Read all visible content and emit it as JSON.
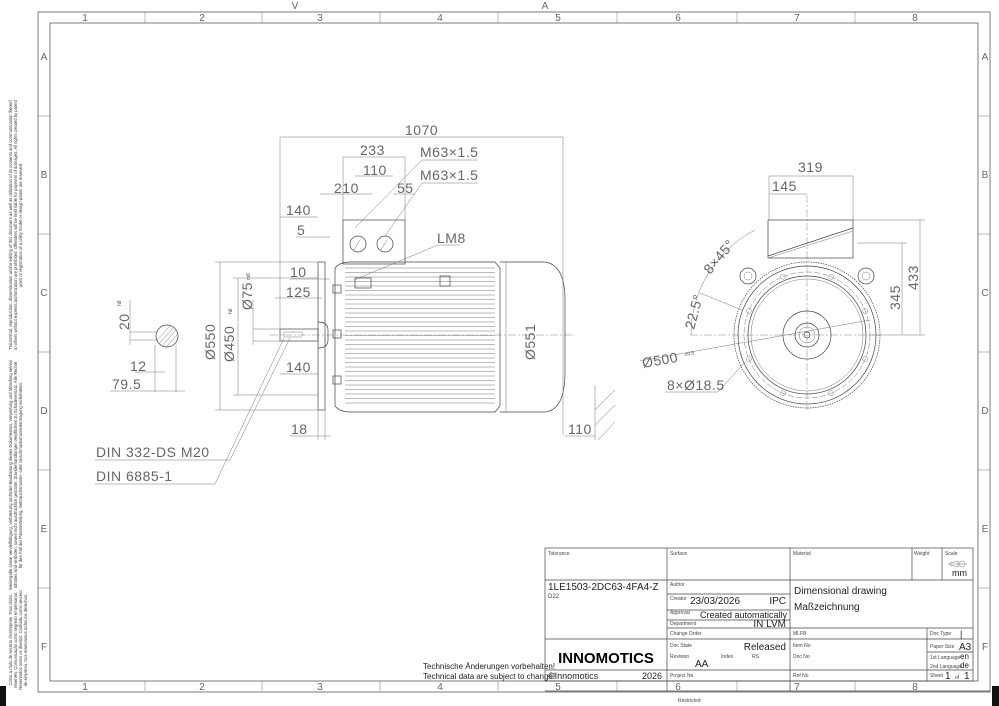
{
  "frame": {
    "columns": [
      "1",
      "2",
      "3",
      "4",
      "5",
      "6",
      "7",
      "8"
    ],
    "rows": [
      "A",
      "B",
      "C",
      "D",
      "E",
      "F"
    ],
    "top_marks": [
      "V",
      "A"
    ],
    "restricted": "Restricted"
  },
  "margin_notes": {
    "english": "Transmittal, reproduction, dissemination and/or editing of this document as well as utilization of its contents and communication thereof to others without express authorization are prohibited. Offenders will be held liable for payment of damages. All rights created by patent grant or registration of a utility model or design patent are reserved.",
    "german": "Weitergabe sowie Vervielfältigung, Verbreitung und/oder Bearbeitung dieses Dokumentes, Verwertung und Mitteilung seines Inhaltes sind verboten, soweit nicht ausdrücklich gestattet. Zuwiderhandlungen verpflichten zu Schadenersatz. Alle Rechte für den Fall der Patenterteilung, Gebrauchsmuster- oder Geschmacksmustereintragung vorbehalten.",
    "other": "Cómo a título de secreto d'entreprise. Tous droits réservés. Comunicação como segredo empresarial. Reservados todos os direitos. Confiado como secreto de empresa. Nos reservamos todos los derechos."
  },
  "side_view": {
    "overall_length": "1070",
    "tb_width": "233",
    "tb_gland_spacing": "110",
    "tb_offset": "210",
    "gland_offset": "55",
    "gland_1": "M63×1.5",
    "gland_2": "M63×1.5",
    "shaft_length": "140",
    "flange_gap": "5",
    "lifting": "LM8",
    "spigot": "10",
    "key_length": "125",
    "shaft_length_2": "140",
    "flange_thickness": "18",
    "flange_dia": "Ø550",
    "spigot_dia": "Ø450",
    "spigot_tol": "h6",
    "shaft_dia": "Ø75",
    "shaft_tol": "m6",
    "body_dia": "Ø551",
    "fan_clearance": "110",
    "center_hole": "DIN 332-DS M20",
    "key": "DIN 6885-1"
  },
  "shaft_section": {
    "key_width": "20",
    "key_tol": "h9",
    "key_depth": "12",
    "height": "79.5"
  },
  "end_view": {
    "tb_width": "319",
    "tb_offset": "145",
    "holes_angle": "8×45°",
    "offset_angle": "22.5°",
    "tb_height": "345",
    "overall_height": "433",
    "pcd": "Ø500",
    "pcd_tol": "±0.5",
    "holes": "8×Ø18.5"
  },
  "notes": {
    "de": "Technische Änderungen vorbehalten!",
    "en": "Technical data are subject to change!"
  },
  "title_block": {
    "labels": {
      "tolerance": "Tolerance",
      "surface": "Surface",
      "material": "Material",
      "weight": "Weight",
      "scale": "Scale",
      "author": "Author",
      "creator": "Creator",
      "approval": "Approval",
      "department": "Department",
      "change_order": "Change Order",
      "mlfb": "MLFB",
      "doc_type": "Doc Type",
      "doc_state": "Doc State",
      "item_no": "Item No",
      "paper_size": "Paper Size",
      "revision": "Revision",
      "index": "Index",
      "rs": "RS",
      "doc_no": "Doc No",
      "lang1": "1st Language",
      "lang2": "2nd Language",
      "project_no": "Project No",
      "ref_no": "Ref No",
      "sheet": "Sheet",
      "of": "of"
    },
    "part_number": "1LE1503-2DC63-4FA4-Z",
    "variant": "D22",
    "date": "23/03/2026",
    "creator": "IPC",
    "approval": "Created automatically",
    "department": "IN LVM",
    "title_en": "Dimensional drawing",
    "title_de": "Maßzeichnung",
    "scale_unit": "mm",
    "doc_type": "|",
    "doc_state": "Released",
    "revision": "AA",
    "paper_size": "A3",
    "lang1": "en",
    "lang2": "de",
    "sheet": "1",
    "sheets": "1",
    "brand": "INNOMOTICS",
    "copyright": "©Innomotics",
    "year": "2026"
  }
}
